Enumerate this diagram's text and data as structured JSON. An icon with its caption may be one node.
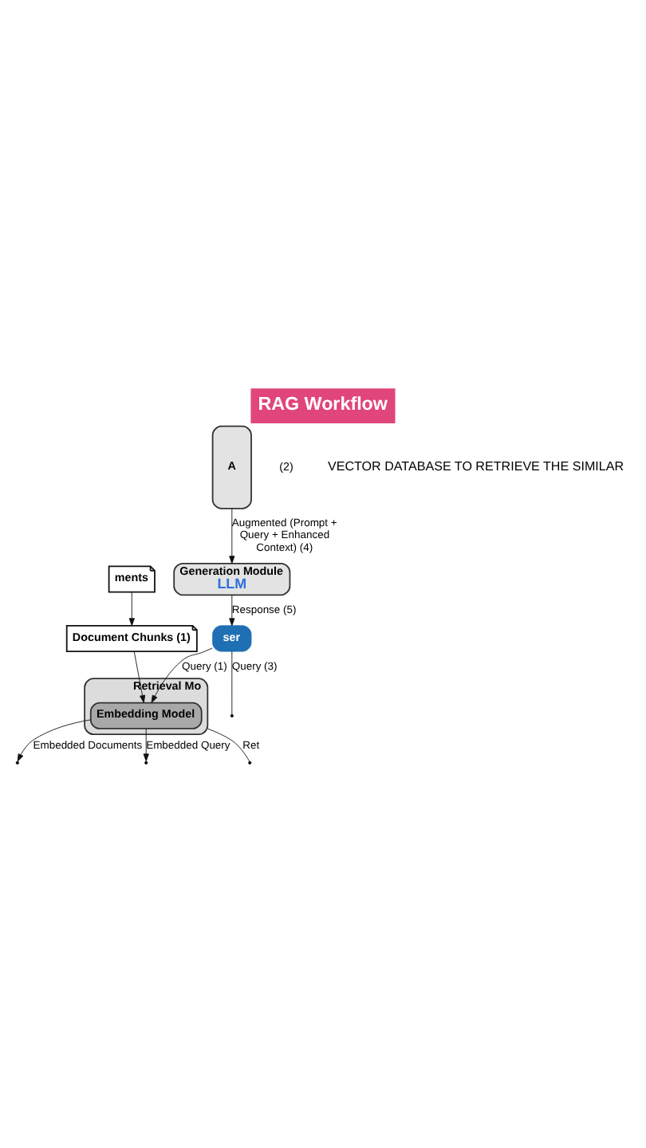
{
  "diagram": {
    "title": "RAG Workflow",
    "nodes": [
      {
        "text": [
          "ments"
        ]
      },
      {
        "text": [
          "Document Chunks (1)"
        ]
      },
      {
        "text": [
          "Retrieval Mo"
        ]
      },
      {
        "text": [
          "Embedding Model"
        ],
        "in": 2
      },
      {
        "text": [
          "ser"
        ]
      },
      {
        "text": [
          "A"
        ]
      },
      {
        "text": [
          "Generation Module",
          "LLM"
        ]
      }
    ],
    "edges": [
      {
        "from": 0,
        "to": 1,
        "arrow": "to"
      },
      {
        "from": 1,
        "to": 3,
        "arrow": "to"
      },
      {
        "from": 3,
        "to": null,
        "arrow": "to",
        "label": "Embedded Documents"
      },
      {
        "from": 3,
        "to": null,
        "arrow": "to",
        "label": "Embedded Query"
      },
      {
        "from": 4,
        "to": 3,
        "arrow": "to",
        "label": "Query (1)"
      },
      {
        "from": 4,
        "to": null,
        "arrow": "none",
        "label": "Query (3)"
      },
      {
        "from": 2,
        "to": null,
        "arrow": "none",
        "label": "Ret"
      },
      {
        "from": 5,
        "to": 6,
        "arrow": "to",
        "label": "Augmented (Prompt + Query + Enhanced Context) (4)"
      },
      {
        "from": 6,
        "to": 4,
        "arrow": "to",
        "label": "Response (5)"
      }
    ],
    "labels": [
      "(2)",
      "VECTOR DATABASE TO RETRIEVE THE SIMILAR"
    ]
  }
}
